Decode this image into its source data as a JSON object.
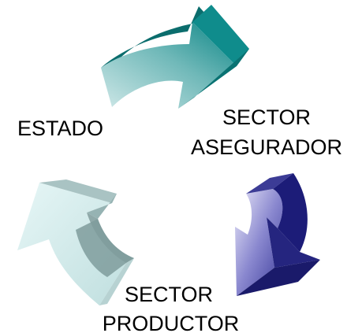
{
  "nodes": [
    {
      "id": "estado",
      "lines": [
        "ESTADO"
      ]
    },
    {
      "id": "asegurador",
      "lines": [
        "SECTOR",
        "ASEGURADOR"
      ]
    },
    {
      "id": "productor",
      "lines": [
        "SECTOR",
        "PRODUCTOR"
      ]
    }
  ],
  "arrows": [
    {
      "id": "estado-to-asegurador",
      "color_light": "#a9d6d6",
      "color_dark": "#008080"
    },
    {
      "id": "asegurador-to-productor",
      "color_light": "#c4c4ec",
      "color_dark": "#1c1c78"
    },
    {
      "id": "productor-to-estado",
      "color_light": "#d4eeee",
      "color_dark": "#7a9a9a"
    }
  ],
  "colors": {
    "background": "#ffffff",
    "text": "#000000"
  }
}
